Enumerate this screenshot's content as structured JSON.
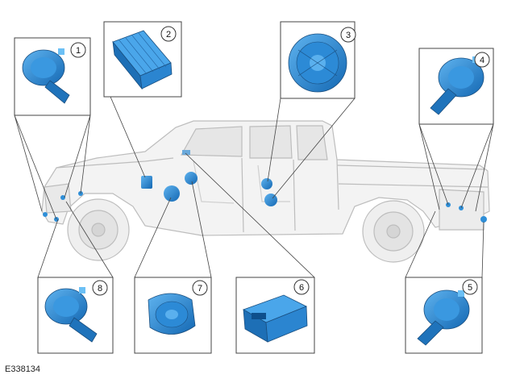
{
  "figure_code": "E338134",
  "callouts": [
    {
      "number": "1",
      "part": "sensor-icon"
    },
    {
      "number": "2",
      "part": "module-icon"
    },
    {
      "number": "3",
      "part": "speaker-icon"
    },
    {
      "number": "4",
      "part": "sensor-icon"
    },
    {
      "number": "5",
      "part": "sensor-icon"
    },
    {
      "number": "6",
      "part": "module-icon"
    },
    {
      "number": "7",
      "part": "speaker-icon"
    },
    {
      "number": "8",
      "part": "sensor-icon"
    }
  ],
  "colors": {
    "part_blue": "#2f8fd8",
    "part_dark": "#1565a8",
    "outline": "#333333",
    "ghost_truck": "#c8c8c8"
  }
}
